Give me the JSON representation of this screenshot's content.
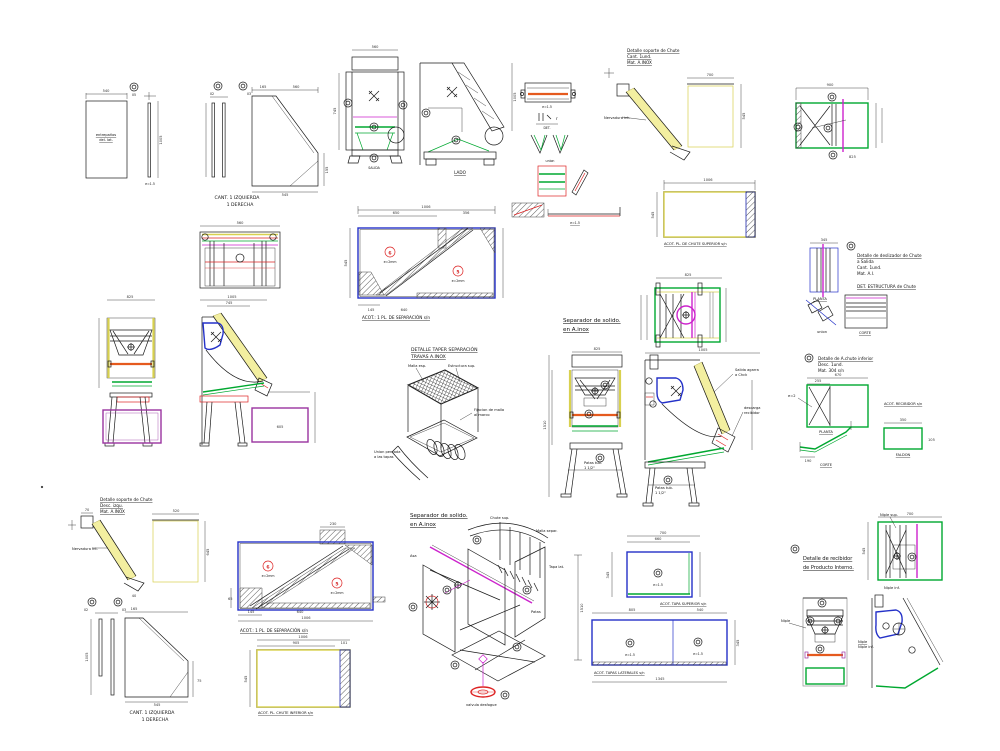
{
  "sheet": {
    "background": "#ffffff",
    "kind": "CAD drawing sheet"
  },
  "colors": {
    "green": "#00a830",
    "blue": "#2431c8",
    "magenta": "#cc22cc",
    "yellow": "#d8d14e",
    "orange": "#e55a1e",
    "red": "#dd2222",
    "purple": "#9a33a0",
    "callout_ring": "#e8481e",
    "callout_dot": "#2db52d",
    "black": "#1a1a1a"
  },
  "labels": {
    "entrepanos1": "entrepaños",
    "entrepanos2": "del. lat.",
    "cant1": "CANT. 1 IZQUIERDA",
    "cant2": "1 DERECHA",
    "lado": "LADO",
    "salida": "SALIDA",
    "sep1": "Separador de solido.",
    "sep2": "en A.inox",
    "taper1": "DETALLE TAPER SEPARACIÓN",
    "taper2": "TRAVAS A.INOX",
    "malla": "Malla esp.",
    "estructura_sup": "Estructura sup.",
    "union_pernada1": "Union pernada",
    "union_pernada2": "a las tapas",
    "fijacion1": "Fijacion de malla",
    "fijacion2": "al marco",
    "recibidor1": "Detalle de recibidor",
    "recibidor2": "de Producto Interno.",
    "chute_sup1": "Detalle soporte de Chute",
    "chute_sup2": "Cant. 1und.",
    "chute_sup3": "Mat. A.INOX",
    "chute_inf2": "Desc. izqu.",
    "nervadura": "Nervadura int.",
    "deslizador1": "Detalle de deslizador de Chute",
    "deslizador2": "a Salida",
    "deslizador3": "Cant. 1und.",
    "deslizador4": "Mat. A.I.",
    "det_estructura": "DET. ESTRUCTURA de Chute",
    "achute1": "Detalle de A.chute inferior",
    "achute2": "Desc. 1und.",
    "achute3": "Mat. 304 s/n",
    "acot_recibidor": "ACOT. RECIBIDOR s/n",
    "acot_separacion": "ACOT.: 1 PL. DE SEPARACIÓN s/n",
    "acot_chute_sup": "ACOT. PL. DE CHUTE SUPERIOR s/n",
    "acot_chute_inf": "ACOT. PL. CHUTE INFERIOR s/n",
    "acot_tapa_sup": "ACOT. TAPA SUPERIOR s/n",
    "acot_tapas_lat": "ACOT. TAPAS LATERALES s/n",
    "salida_agarra1": "Salida agarra",
    "salida_agarra2": "a Chck",
    "descarga1": "descarga",
    "descarga2": "recibidor",
    "patas1": "Patas tub.",
    "patas2": "1 1/2\"",
    "niple_sup": "Niple sup.",
    "niple_inf": "Niple inf.",
    "niple": "Niple",
    "planta": "PLANTA",
    "corte": "CORTE",
    "faldon": "FALDON",
    "union": "union",
    "det": "DET.",
    "e15": "e=1.5",
    "e2": "e=2",
    "e2mm": "e=2mm",
    "chute_sup_iso": "Chute sup.",
    "malla_separ": "Malla separ.",
    "tapa_lat": "Tapa lat.",
    "asa": "Asa",
    "valvula": "valvula desfogue",
    "patas": "Patas"
  },
  "nums": {
    "c6": "6",
    "c5": "5",
    "id02": "02",
    "id03": "03",
    "id05": "05"
  },
  "dims": {
    "n540": "540",
    "n1005": "1005",
    "n560": "560",
    "n545": "545",
    "n165": "165",
    "n700": "700",
    "n1006": "1006",
    "n825": "825",
    "n650": "650",
    "n356": "356",
    "n145": "145",
    "n640": "640",
    "n605": "605",
    "n900": "900",
    "n345": "345",
    "n670": "670",
    "n255": "255",
    "n190": "190",
    "n350": "350",
    "n105": "105",
    "n520": "520",
    "n645": "645",
    "n70": "70",
    "n40": "40",
    "n230": "230",
    "n905": "905",
    "n101": "101",
    "n1510": "1510",
    "n660": "660",
    "n805": "805",
    "n1345": "1345",
    "n745": "745",
    "n65": "65",
    "n75": "75",
    "n155": "155"
  }
}
